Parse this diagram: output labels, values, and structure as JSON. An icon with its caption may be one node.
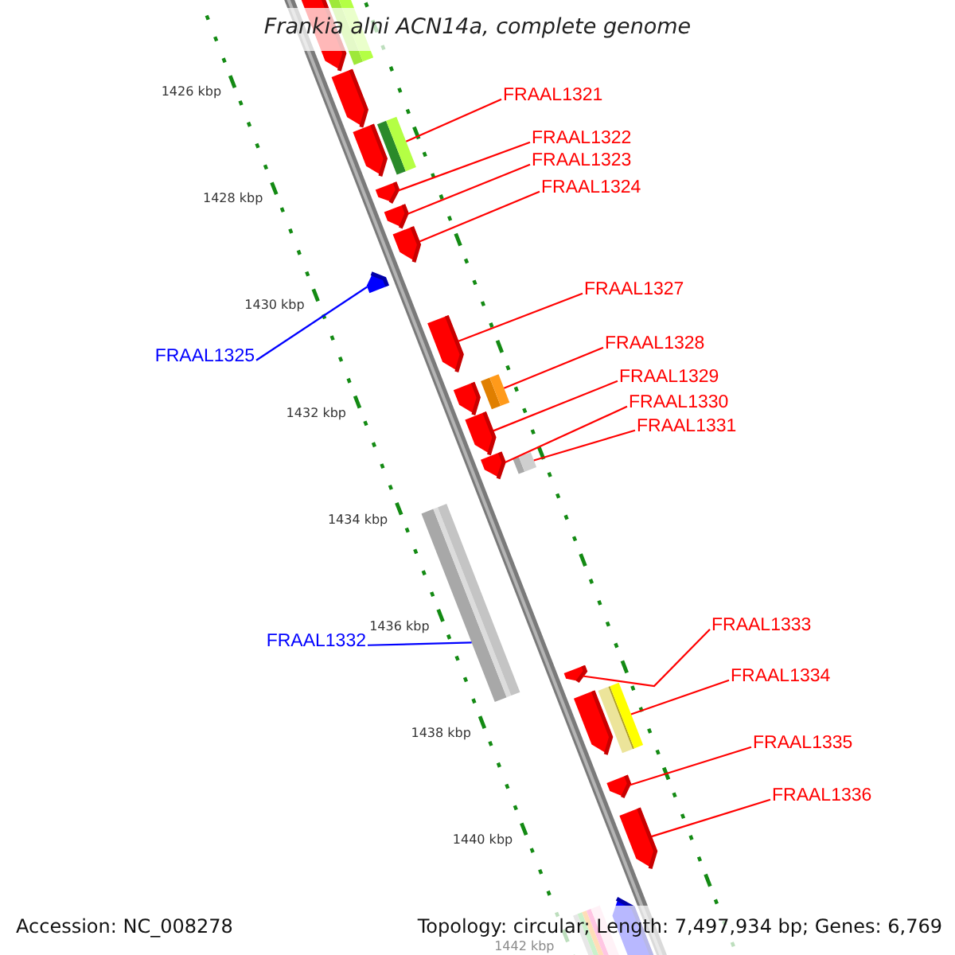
{
  "diagram": {
    "title": "Frankia alni ACN14a, complete genome",
    "nodes": [
      {
        "text": [
          "FRAAL1321"
        ]
      },
      {
        "text": [
          "FRAAL1322"
        ]
      },
      {
        "text": [
          "FRAAL1323"
        ]
      },
      {
        "text": [
          "FRAAL1324"
        ]
      },
      {
        "text": [
          "FRAAL1325"
        ]
      },
      {
        "text": [
          "FRAAL1327"
        ]
      },
      {
        "text": [
          "FRAAL1328"
        ]
      },
      {
        "text": [
          "FRAAL1329"
        ]
      },
      {
        "text": [
          "FRAAL1330"
        ]
      },
      {
        "text": [
          "FRAAL1331"
        ]
      },
      {
        "text": [
          "FRAAL1332"
        ]
      },
      {
        "text": [
          "FRAAL1333"
        ]
      },
      {
        "text": [
          "FRAAL1334"
        ]
      },
      {
        "text": [
          "FRAAL1335"
        ]
      },
      {
        "text": [
          "FRAAL1336"
        ]
      },
      {
        "text": [],
        "shape": "box"
      },
      {
        "text": [],
        "shape": "arrow"
      },
      {
        "text": [],
        "shape": "arrow"
      },
      {
        "text": [],
        "shape": "arrow"
      },
      {
        "text": [],
        "shape": "arrow"
      },
      {
        "text": [],
        "shape": "arrow"
      },
      {
        "text": [],
        "shape": "box"
      },
      {
        "text": [],
        "shape": "arrow"
      },
      {
        "text": [],
        "shape": "arrow"
      },
      {
        "text": [],
        "shape": "box"
      },
      {
        "text": [],
        "shape": "box"
      },
      {
        "text": [],
        "shape": "arrow"
      },
      {
        "text": [],
        "shape": "box"
      },
      {
        "text": [],
        "shape": "arrow"
      },
      {
        "text": [],
        "shape": "arrow"
      },
      {
        "text": [],
        "shape": "arrow"
      },
      {
        "text": [],
        "shape": "box"
      },
      {
        "text": [],
        "shape": "arrow"
      },
      {
        "text": [],
        "shape": "arrow"
      },
      {
        "text": [],
        "shape": "arrow"
      },
      {
        "text": [],
        "shape": "arrow"
      },
      {
        "text": [],
        "shape": "box"
      },
      {
        "text": [],
        "shape": "arrow"
      }
    ],
    "edges": [
      {
        "from": 0,
        "to": 15,
        "arrow": "none"
      },
      {
        "from": 1,
        "to": 16,
        "arrow": "none"
      },
      {
        "from": 2,
        "to": 17,
        "arrow": "none"
      },
      {
        "from": 3,
        "to": 18,
        "arrow": "none"
      },
      {
        "from": 4,
        "to": 19,
        "arrow": "none",
        "color": "#0000ff"
      },
      {
        "from": 5,
        "to": 20,
        "arrow": "none"
      },
      {
        "from": 6,
        "to": 21,
        "arrow": "none"
      },
      {
        "from": 7,
        "to": 22,
        "arrow": "none"
      },
      {
        "from": 8,
        "to": 23,
        "arrow": "none"
      },
      {
        "from": 9,
        "to": 24,
        "arrow": "none"
      },
      {
        "from": 10,
        "to": 25,
        "arrow": "none",
        "color": "#0000ff"
      },
      {
        "from": 11,
        "to": 26,
        "arrow": "none"
      },
      {
        "from": 12,
        "to": 27,
        "arrow": "none"
      },
      {
        "from": 13,
        "to": 28,
        "arrow": "none"
      },
      {
        "from": 14,
        "to": 29,
        "arrow": "none"
      }
    ],
    "labels": [
      "1426 kbp",
      "1428 kbp",
      "1430 kbp",
      "1432 kbp",
      "1434 kbp",
      "1436 kbp",
      "1438 kbp",
      "1440 kbp",
      "1442 kbp",
      "Accession: NC_008278",
      "Topology: circular; Length: 7,497,934 bp; Genes: 6,769"
    ]
  }
}
